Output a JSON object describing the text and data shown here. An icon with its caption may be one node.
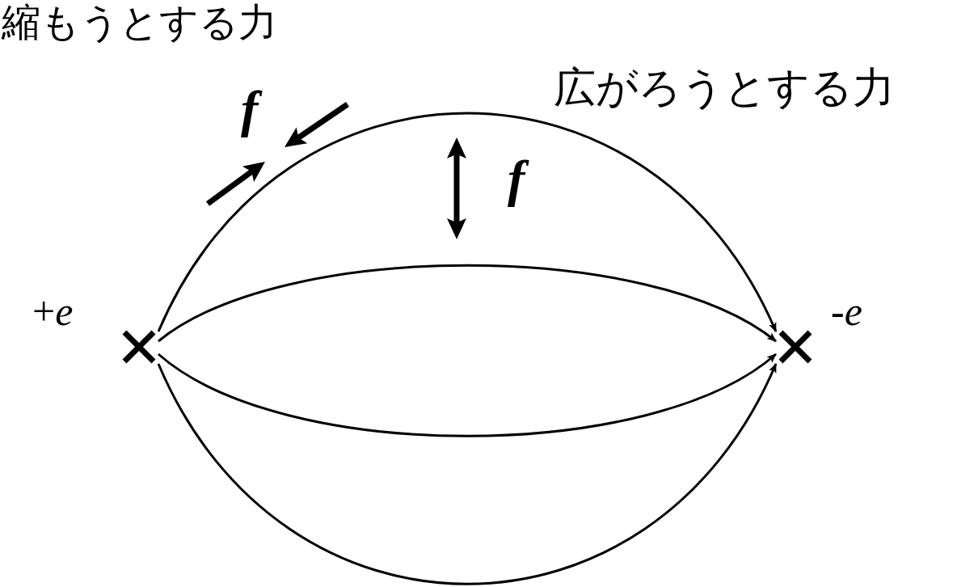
{
  "diagram": {
    "nodes": [
      {
        "text": [],
        "shape": "cross",
        "beside": [
          "+*e*"
        ]
      },
      {
        "text": [],
        "shape": "cross",
        "beside": [
          "-*e*"
        ]
      }
    ],
    "edges": [
      {
        "from": 0,
        "to": 1,
        "arrow": "to"
      },
      {
        "from": 0,
        "to": 1,
        "arrow": "to"
      },
      {
        "from": 0,
        "to": 1,
        "arrow": "to"
      },
      {
        "from": 0,
        "to": 1,
        "arrow": "to"
      }
    ],
    "labels": [
      "縮もうとする力",
      "広がろうとする力",
      "f",
      "f"
    ]
  }
}
